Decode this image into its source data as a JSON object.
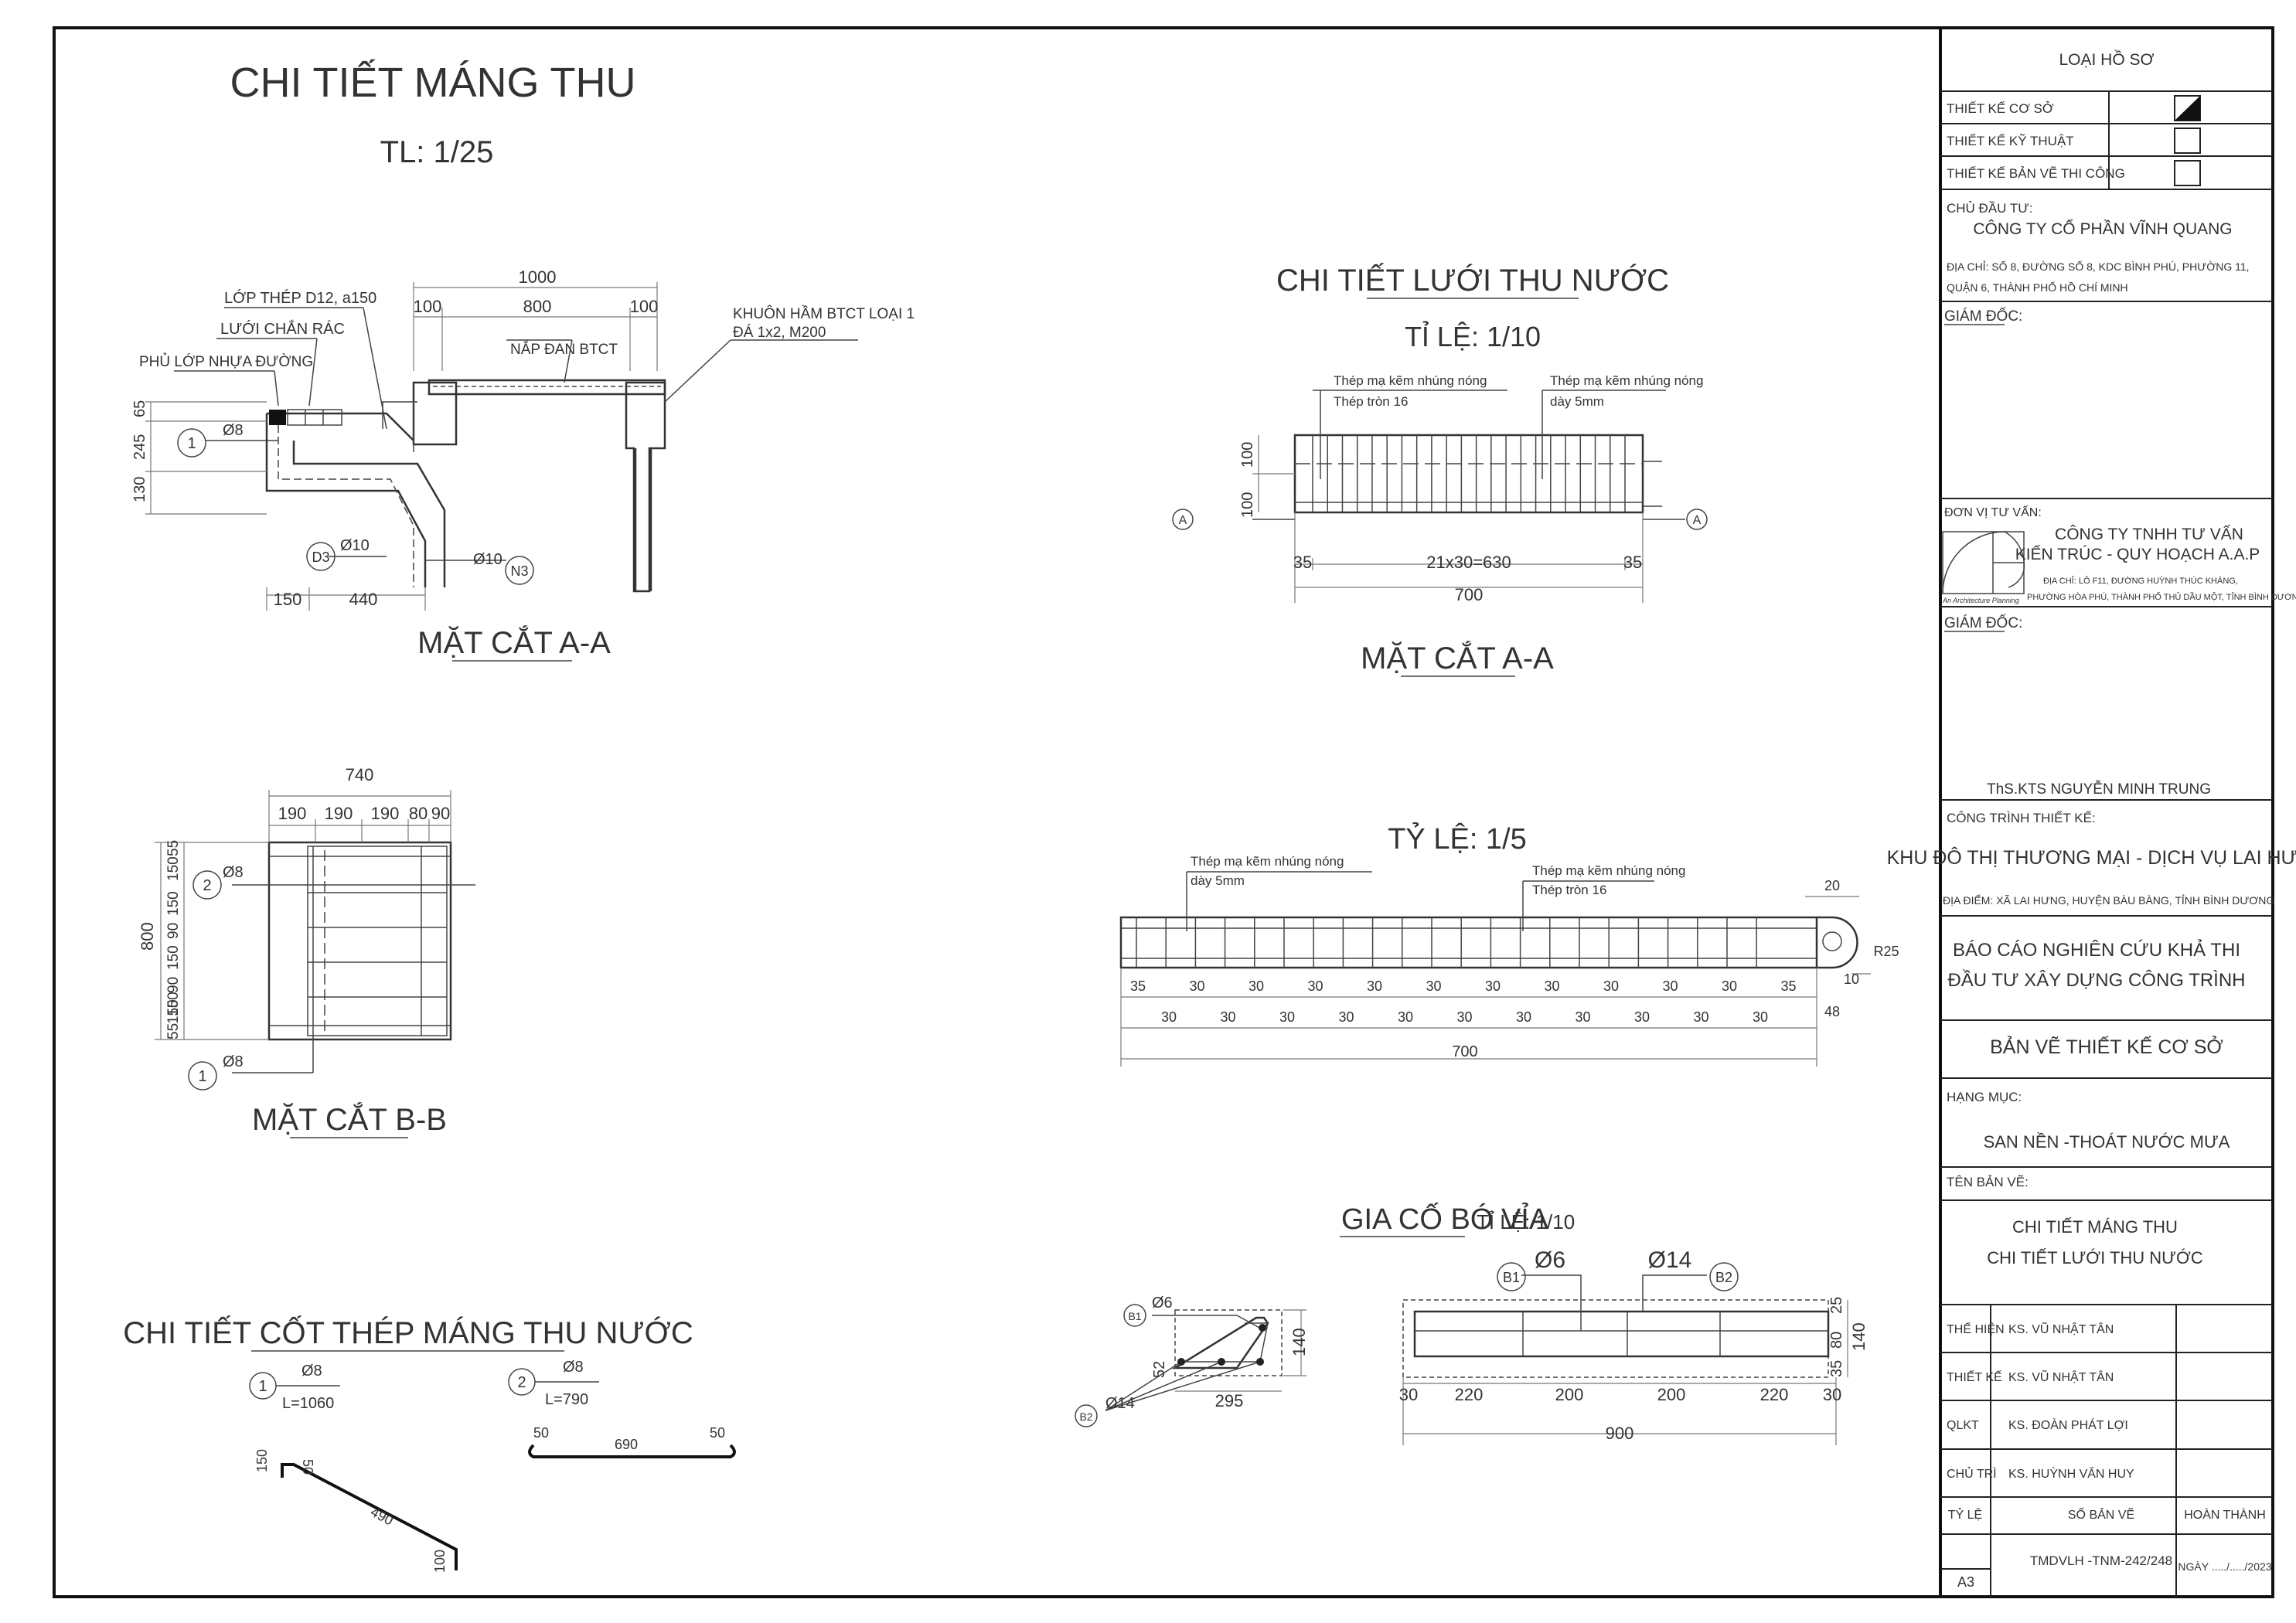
{
  "left": {
    "title": "CHI TIẾT MÁNG THU",
    "scale": "TL: 1/25",
    "section_aa": {
      "caption": "MẶT CẮT A-A",
      "dim_total": "1000",
      "dim_left": "100",
      "dim_mid": "800",
      "dim_right": "100",
      "dim_v1": "130",
      "dim_v2": "245",
      "dim_v3": "65",
      "dim_b1": "150",
      "dim_b2": "440",
      "label_lop_thep": "LỚP THÉP D12, a150",
      "label_luoi": "LƯỚI CHẮN RÁC",
      "label_phu": "PHỦ LỚP NHỰA ĐƯỜNG",
      "label_nap": "NẮP ĐAN BTCT",
      "label_khuon_1": "KHUÔN HẦM BTCT LOẠI 1",
      "label_khuon_2": "ĐÁ 1x2, M200",
      "callout_1": "1",
      "callout_1_dia": "Ø8",
      "callout_d3": "D3",
      "callout_d3_dia": "Ø10",
      "callout_n3": "N3",
      "callout_n3_dia": "Ø10"
    },
    "section_bb": {
      "caption": "MẶT CẮT B-B",
      "dim_total": "740",
      "dim_parts": [
        "190",
        "190",
        "190",
        "80",
        "90"
      ],
      "dim_v_total": "800",
      "dim_v_top": [
        "150",
        "55"
      ],
      "dim_v_mid": [
        "150",
        "90",
        "150",
        "90",
        "150"
      ],
      "dim_v_bot": [
        "55",
        "150"
      ],
      "callout_2": "2",
      "callout_2_dia": "Ø8",
      "callout_1": "1",
      "callout_1_dia": "Ø8"
    },
    "rebar": {
      "title": "CHI TIẾT CỐT THÉP MÁNG THU NƯỚC",
      "bar1_no": "1",
      "bar1_dia": "Ø8",
      "bar1_len": "L=1060",
      "bar1_seg": [
        "150",
        "50",
        "490",
        "100"
      ],
      "bar2_no": "2",
      "bar2_dia": "Ø8",
      "bar2_len": "L=790",
      "bar2_seg": [
        "50",
        "690",
        "50"
      ]
    }
  },
  "mid": {
    "grate": {
      "title": "CHI TIẾT LƯỚI THU NƯỚC",
      "scale": "TỈ LỆ: 1/10",
      "caption": "MẶT CẮT A-A",
      "note1_a": "Thép mạ kẽm nhúng nóng",
      "note1_b": "Thép tròn 16",
      "note2_a": "Thép mạ kẽm nhúng nóng",
      "note2_b": "dày 5mm",
      "dim_v": [
        "100",
        "100"
      ],
      "dim_l": "35",
      "dim_m": "21x30=630",
      "dim_r": "35",
      "dim_total": "700",
      "mark_a": "A"
    },
    "strip": {
      "scale": "TỶ LỆ: 1/5",
      "note1_a": "Thép mạ kẽm nhúng nóng",
      "note1_b": "dày 5mm",
      "note2_a": "Thép mạ kẽm nhúng nóng",
      "note2_b": "Thép tròn 16",
      "dim_20": "20",
      "dim_r25": "R25",
      "dim_10": "10",
      "dim_48": "48",
      "row1": [
        "35",
        "30",
        "30",
        "30",
        "30",
        "30",
        "30",
        "30",
        "30",
        "30",
        "30",
        "35"
      ],
      "row2": [
        "30",
        "30",
        "30",
        "30",
        "30",
        "30",
        "30",
        "30",
        "30",
        "30",
        "30"
      ],
      "dim_total": "700"
    },
    "curb": {
      "title": "GIA CỐ BÓ VỈA",
      "scale": "TỈ LỆ: 1/10",
      "b1": "B1",
      "b2": "B2",
      "dia_b1": "Ø6",
      "dia_b2": "Ø14",
      "sec_dim_h": "140",
      "sec_dim_b": "295",
      "sec_dim_v": "52",
      "dim_top": [
        "25",
        "80",
        "35"
      ],
      "dim_side": "140",
      "dim_row": [
        "30",
        "220",
        "200",
        "200",
        "220",
        "30"
      ],
      "dim_total": "900"
    }
  },
  "titleblock": {
    "loai_ho_so": "LOẠI HỒ SƠ",
    "type_rows": [
      "THIẾT KẾ CƠ SỞ",
      "THIẾT KẾ KỸ THUẬT",
      "THIẾT KẾ BẢN VẼ THI CÔNG"
    ],
    "chu_dau_tu_label": "CHỦ ĐẦU TƯ:",
    "chu_dau_tu": "CÔNG TY CỔ PHẦN VĨNH QUANG",
    "dia_chi_1": "ĐỊA CHỈ: SỐ 8, ĐƯỜNG SỐ 8, KDC BÌNH PHÚ, PHƯỜNG 11,",
    "dia_chi_2": "QUẬN 6, THÀNH PHỐ HỒ CHÍ MINH",
    "giam_doc_1": "GIÁM ĐỐC:",
    "don_vi_label": "ĐƠN VỊ TƯ VẤN:",
    "tu_van_1": "CÔNG TY TNHH TƯ VẤN",
    "tu_van_2": "KIẾN TRÚC - QUY HOẠCH A.A.P",
    "tu_van_addr_1": "ĐỊA CHỈ: LÔ F11, ĐƯỜNG HUỲNH THÚC KHÁNG,",
    "tu_van_addr_2": "PHƯỜNG HÒA PHÚ, THÀNH PHỐ THỦ DẦU MỘT, TỈNH BÌNH DƯƠNG",
    "logo_text": "An Architecture Planning",
    "giam_doc_2": "GIÁM ĐỐC:",
    "giam_doc_2_name": "ThS.KTS NGUYỄN MINH TRUNG",
    "cong_trinh_label": "CÔNG TRÌNH THIẾT KẾ:",
    "cong_trinh": "KHU ĐÔ THỊ THƯƠNG MẠI - DỊCH VỤ  LAI HƯNG",
    "dia_diem": "ĐỊA ĐIỂM: XÃ LAI HƯNG, HUYỆN BÀU BÀNG, TỈNH BÌNH DƯƠNG",
    "bao_cao_1": "BÁO CÁO NGHIÊN CỨU KHẢ THI",
    "bao_cao_2": "ĐẦU TƯ XÂY DỰNG CÔNG TRÌNH",
    "ban_ve": "BẢN VẼ THIẾT KẾ CƠ SỞ",
    "hang_muc_label": "HẠNG MỤC:",
    "hang_muc": "SAN NỀN -THOÁT NƯỚC MƯA",
    "ten_ban_ve_label": "TÊN BẢN VẼ:",
    "ten_1": "CHI TIẾT MÁNG THU",
    "ten_2": "CHI TIẾT LƯỚI THU NƯỚC",
    "roles": [
      {
        "role": "THỂ HIỆN",
        "name": "KS. VŨ NHẬT TÂN"
      },
      {
        "role": "THIẾT KẾ",
        "name": "KS. VŨ NHẬT TÂN"
      },
      {
        "role": "QLKT",
        "name": "KS. ĐOÀN PHÁT LỢI"
      },
      {
        "role": "CHỦ TRÌ",
        "name": "KS. HUỲNH VĂN HUY"
      }
    ],
    "ty_le_label": "TỶ LỆ",
    "so_ban_ve_label": "SỐ BẢN VẼ",
    "hoan_thanh_label": "HOÀN THÀNH",
    "ty_le": "A3",
    "so_ban_ve": "TMDVLH -TNM-242/248",
    "ngay": "NGÀY ...../...../2023"
  }
}
